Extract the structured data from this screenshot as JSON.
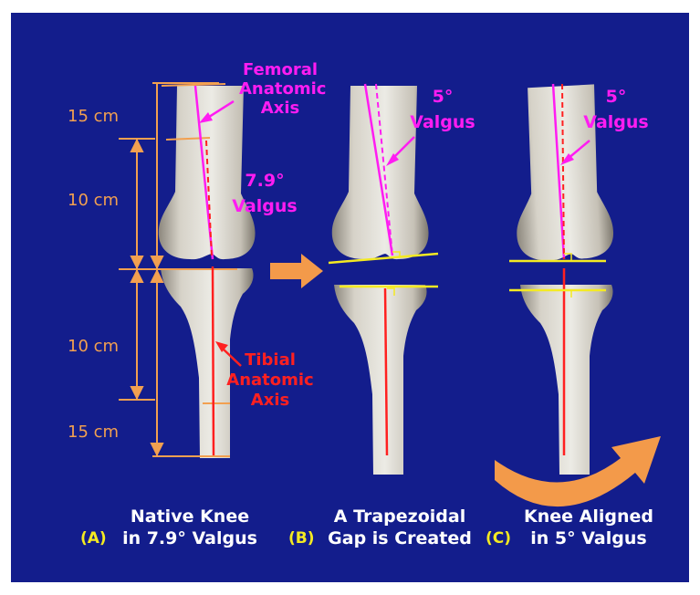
{
  "colors": {
    "background": "#131d8c",
    "bone": "#dcd8cf",
    "femoral_axis": "#ff1cf2",
    "tibial_axis": "#ff2020",
    "dimension": "#f2a050",
    "cut_line": "#f4ea22",
    "caption": "#ffffff",
    "arrow": "#f39a4a"
  },
  "measurements": {
    "top": "15 cm",
    "upper": "10 cm",
    "lower": "10 cm",
    "bottom": "15 cm"
  },
  "annotations": {
    "femoral_axis": [
      "Femoral",
      "Anatomic",
      "Axis"
    ],
    "tibial_axis": [
      "Tibial",
      "Anatomic",
      "Axis"
    ],
    "valgus_a": [
      "7.9°",
      "Valgus"
    ],
    "valgus_b": [
      "5°",
      "Valgus"
    ],
    "valgus_c": [
      "5°",
      "Valgus"
    ]
  },
  "panels": [
    {
      "label": "(A)",
      "caption": [
        "Native Knee",
        "in 7.9° Valgus"
      ]
    },
    {
      "label": "(B)",
      "caption": [
        "A Trapezoidal",
        "Gap is Created"
      ]
    },
    {
      "label": "(C)",
      "caption": [
        "Knee Aligned",
        "in 5° Valgus"
      ]
    }
  ]
}
